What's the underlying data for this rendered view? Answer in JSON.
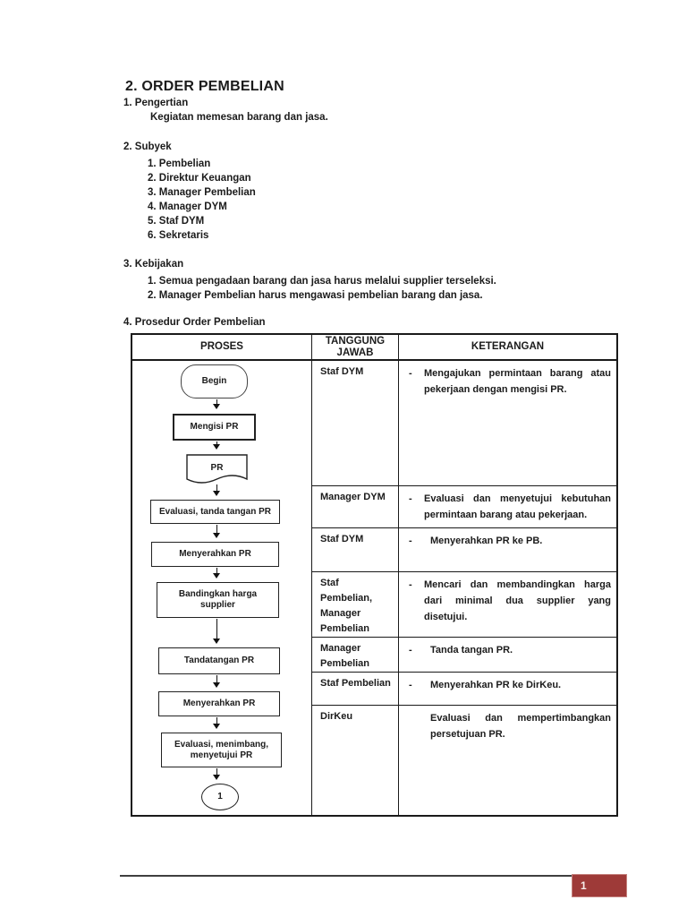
{
  "document": {
    "title": "2. ORDER PEMBELIAN",
    "sections": {
      "pengertian": {
        "heading": "1. Pengertian",
        "body": "Kegiatan memesan barang dan jasa."
      },
      "subyek": {
        "heading": "2. Subyek",
        "items": [
          "1. Pembelian",
          "2. Direktur Keuangan",
          "3. Manager Pembelian",
          "4. Manager DYM",
          "5. Staf DYM",
          "6. Sekretaris"
        ]
      },
      "kebijakan": {
        "heading": "3. Kebijakan",
        "items": [
          "1. Semua pengadaan barang dan jasa harus melalui supplier terseleksi.",
          "2. Manager Pembelian harus mengawasi pembelian barang dan jasa."
        ]
      },
      "prosedur": {
        "heading": "4. Prosedur Order Pembelian"
      }
    },
    "table": {
      "headers": [
        "PROSES",
        "TANGGUNG JAWAB",
        "KETERANGAN"
      ],
      "rows": [
        {
          "responsible": "Staf DYM",
          "bullet": "-",
          "description": "Mengajukan permintaan barang atau pekerjaan dengan mengisi PR."
        },
        {
          "responsible": "Manager DYM",
          "bullet": "-",
          "description": "Evaluasi dan menyetujui kebutuhan permintaan barang  atau pekerjaan."
        },
        {
          "responsible": "Staf DYM",
          "bullet": "-",
          "description": "Menyerahkan PR ke PB."
        },
        {
          "responsible": "Staf Pembelian, Manager Pembelian",
          "bullet": "-",
          "description": "Mencari dan membandingkan harga dari minimal dua supplier yang disetujui."
        },
        {
          "responsible": "Manager Pembelian",
          "bullet": "-",
          "description": "Tanda tangan PR."
        },
        {
          "responsible": "Staf Pembelian",
          "bullet": "-",
          "description": "Menyerahkan PR ke DirKeu."
        },
        {
          "responsible": "DirKeu",
          "bullet": "",
          "description": "Evaluasi dan mempertimbangkan persetujuan PR."
        }
      ]
    },
    "flowchart": {
      "nodes": [
        {
          "type": "terminator",
          "label": "Begin"
        },
        {
          "type": "process",
          "label": "Mengisi PR"
        },
        {
          "type": "document",
          "label": "PR"
        },
        {
          "type": "process",
          "label": "Evaluasi, tanda tangan PR"
        },
        {
          "type": "process",
          "label": "Menyerahkan PR"
        },
        {
          "type": "process",
          "label": "Bandingkan harga supplier"
        },
        {
          "type": "process",
          "label": "Tandatangan PR"
        },
        {
          "type": "process",
          "label": "Menyerahkan PR"
        },
        {
          "type": "process",
          "label": "Evaluasi, menimbang, menyetujui PR"
        },
        {
          "type": "connector",
          "label": "1"
        }
      ]
    },
    "footer": {
      "page_number": "1"
    },
    "colors": {
      "page_badge": "#9e3a38",
      "table_border": "#1a1a1a",
      "footer_rule": "#3f3f3f"
    }
  }
}
